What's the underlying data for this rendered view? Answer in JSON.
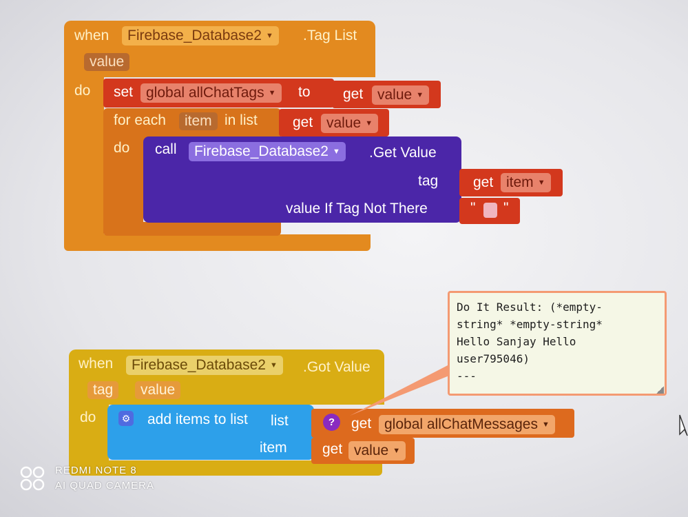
{
  "event1": {
    "when": "when",
    "component": "Firebase_Database2",
    "event": ".Tag List",
    "param": "value",
    "do": "do",
    "set_block": {
      "set": "set",
      "variable": "global allChatTags",
      "to": "to",
      "get": "get",
      "get_var": "value"
    },
    "foreach": {
      "for_each": "for each",
      "item": "item",
      "in_list": "in list",
      "get": "get",
      "get_var": "value",
      "do": "do"
    },
    "call": {
      "call": "call",
      "component": "Firebase_Database2",
      "method": ".Get Value",
      "tag_label": "tag",
      "tag_get": "get",
      "tag_var": "item",
      "vitnt_label": "value If Tag Not There",
      "empty_text_open": "\"",
      "empty_text_close": "\""
    }
  },
  "event2": {
    "when": "when",
    "component": "Firebase_Database2",
    "event": ".Got Value",
    "param_tag": "tag",
    "param_value": "value",
    "do": "do",
    "add_items": {
      "label": "add items to list",
      "list_label": "list",
      "list_get": "get",
      "list_var": "global allChatMessages",
      "item_label": "item",
      "item_get": "get",
      "item_var": "value",
      "help_icon": "?"
    }
  },
  "comment": {
    "text": "Do It Result: (*empty-\nstring* *empty-string*\nHello Sanjay Hello\nuser795046)\n---"
  },
  "watermark": {
    "line1": "REDMI NOTE 8",
    "line2": "AI QUAD CAMERA"
  },
  "colors": {
    "event_orange": "#e38a1f",
    "event_gold": "#d9ad14",
    "text_red": "#c7361f",
    "procedure_purple": "#4b26a8",
    "list_blue": "#2da0ea",
    "comment_border": "#f49a72"
  }
}
